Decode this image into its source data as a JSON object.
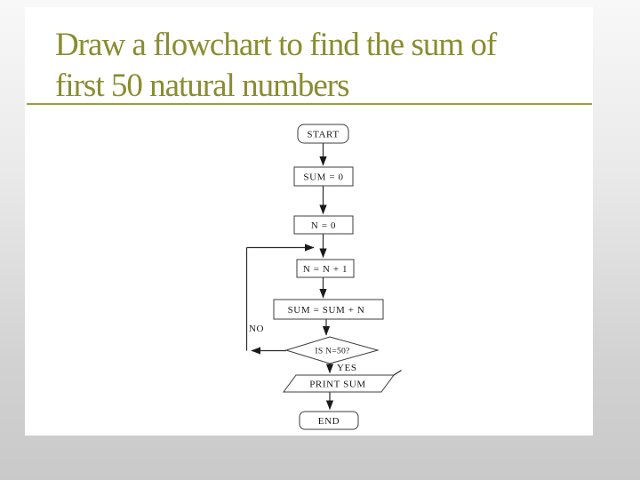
{
  "slide": {
    "title": {
      "line1": "Draw a flowchart to find the sum of",
      "line2": "first 50 natural numbers"
    },
    "title_color": "#8a8c30",
    "underline_color": "#9aa03c"
  },
  "flowchart": {
    "nodes": [
      {
        "type": "terminator",
        "label": "START"
      },
      {
        "type": "process",
        "label": "SUM = 0"
      },
      {
        "type": "process",
        "label": "N = 0"
      },
      {
        "type": "process",
        "label": "N = N + 1"
      },
      {
        "type": "process",
        "label": "SUM = SUM + N"
      },
      {
        "type": "decision",
        "label": "IS N=50?"
      },
      {
        "type": "input-output",
        "label": "PRINT SUM"
      },
      {
        "type": "terminator",
        "label": "END"
      }
    ],
    "branch_labels": {
      "no": "NO",
      "yes": "YES"
    },
    "line_color": "#2a2a2a"
  }
}
